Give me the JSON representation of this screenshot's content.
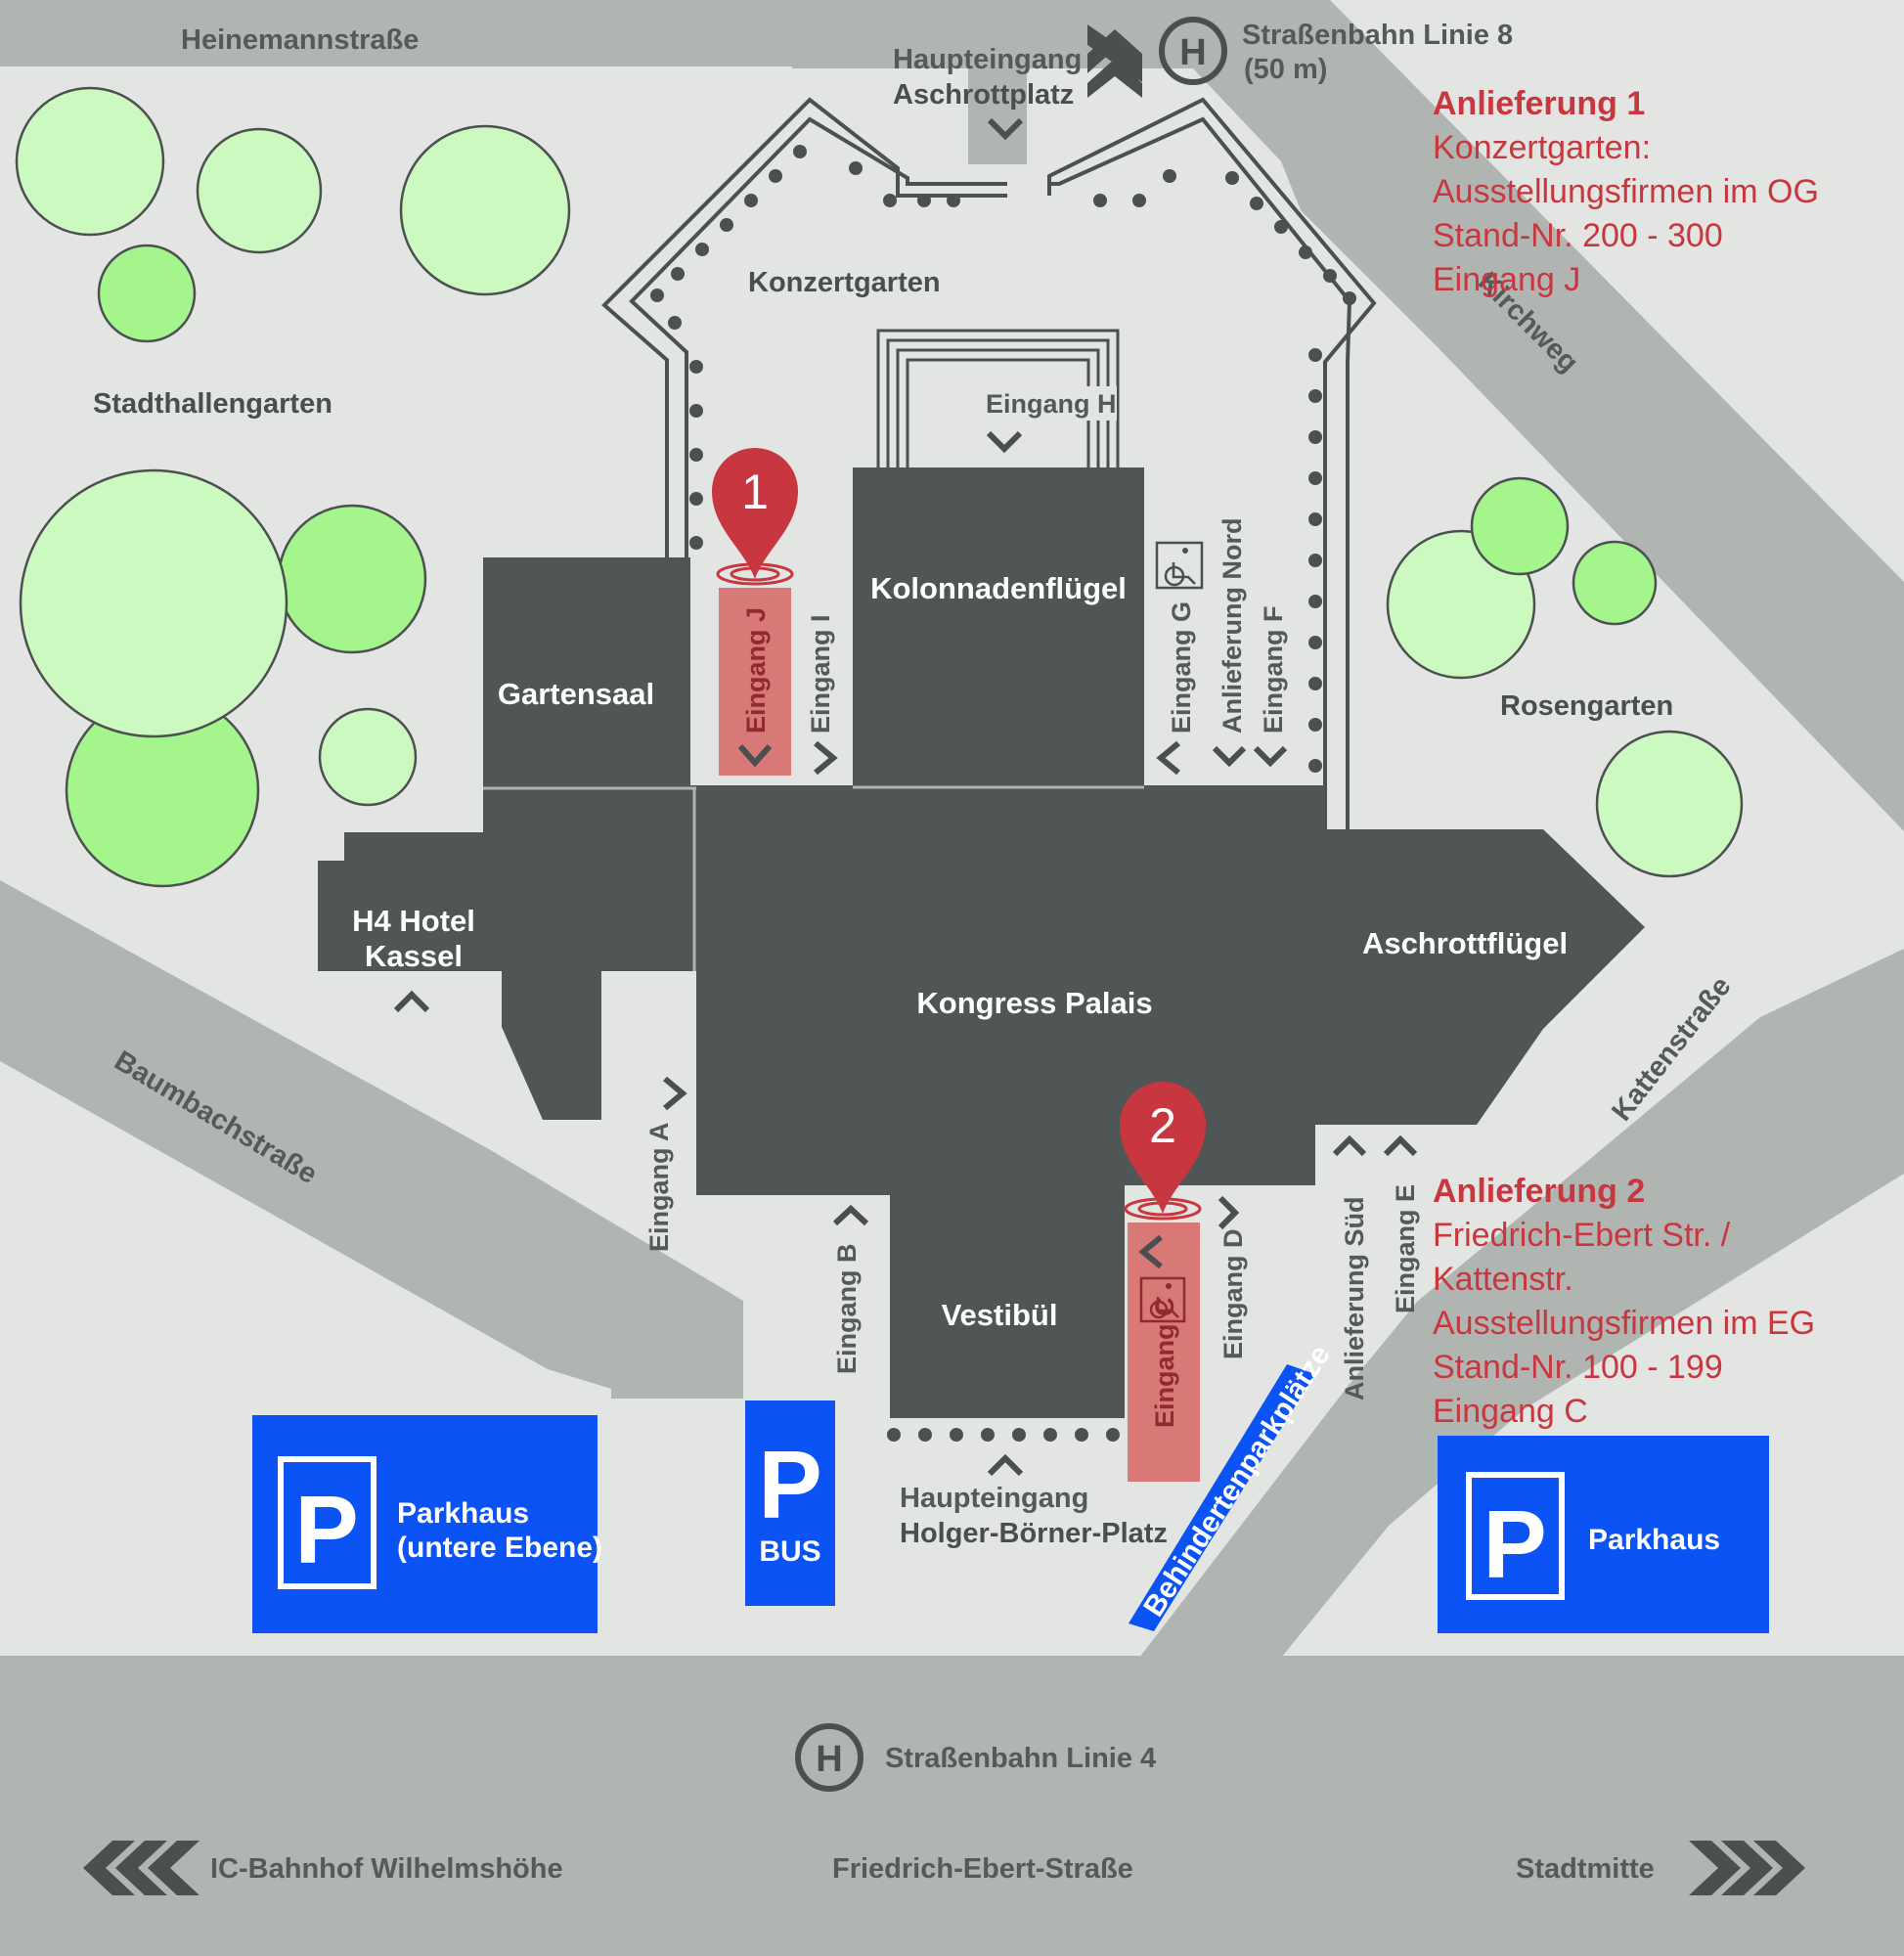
{
  "streets": {
    "top_left": "Heinemannstraße",
    "tram_top_line": "Straßenbahn Linie 8",
    "tram_top_distance": "(50 m)",
    "kirchweg": "Kirchweg",
    "kattenstrasse": "Kattenstraße",
    "baumbachstrasse": "Baumbachstraße",
    "tram_bottom": "Straßenbahn Linie 4",
    "bottom_left": "IC-Bahnhof Wilhelmshöhe",
    "bottom_center": "Friedrich-Ebert-Straße",
    "bottom_right": "Stadtmitte",
    "disabled_parking": "Behindertenparkplätze"
  },
  "areas": {
    "konzertgarten": "Konzertgarten",
    "stadthallengarten": "Stadthallengarten",
    "rosengarten": "Rosengarten"
  },
  "buildings": {
    "kolonnadenfluegel": "Kolonnadenflügel",
    "gartensaal": "Gartensaal",
    "hotel_line1": "H4 Hotel",
    "hotel_line2": "Kassel",
    "main": "Kongress Palais",
    "aschrottfluegel": "Aschrottflügel",
    "vestibuel": "Vestibül"
  },
  "entrances": {
    "main_top_title": "Haupteingang",
    "main_top_place": "Aschrottplatz",
    "main_bottom_title": "Haupteingang",
    "main_bottom_place": "Holger-Börner-Platz",
    "h": "Eingang H",
    "j": "Eingang J",
    "i": "Eingang I",
    "g": "Eingang G",
    "nord": "Anlieferung Nord",
    "f": "Eingang F",
    "a": "Eingang A",
    "b": "Eingang B",
    "c": "Eingang C",
    "d": "Eingang D",
    "sued": "Anlieferung Süd",
    "e": "Eingang E"
  },
  "markers": {
    "one": "1",
    "two": "2"
  },
  "tram_symbol": "H",
  "delivery1": {
    "title": "Anlieferung 1",
    "lines": [
      "Konzertgarten:",
      "Ausstellungsfirmen im OG",
      "Stand-Nr. 200 - 300",
      "Eingang J"
    ]
  },
  "delivery2": {
    "title": "Anlieferung 2",
    "lines": [
      "Friedrich-Ebert Str. /",
      "Kattenstr.",
      "Ausstellungsfirmen im EG",
      "Stand-Nr. 100 - 199",
      "Eingang C"
    ]
  },
  "parking": {
    "letter": "P",
    "left_line1": "Parkhaus",
    "left_line2": "(untere Ebene)",
    "bus": "BUS",
    "right": "Parkhaus"
  },
  "colors": {
    "road": "#b1b5b1",
    "ground": "#e3e5e3",
    "building": "#505656",
    "parking_blue": "#0b53f5",
    "accent_red": "#c8373f",
    "highlight_pink": "#d87877",
    "tree_light": "#ccf9bf",
    "tree_green": "#a3f58c"
  },
  "icons": [
    "tram-stop-icon",
    "wheelchair-icon",
    "location-pin-icon",
    "parking-icon",
    "chevron-icon"
  ]
}
